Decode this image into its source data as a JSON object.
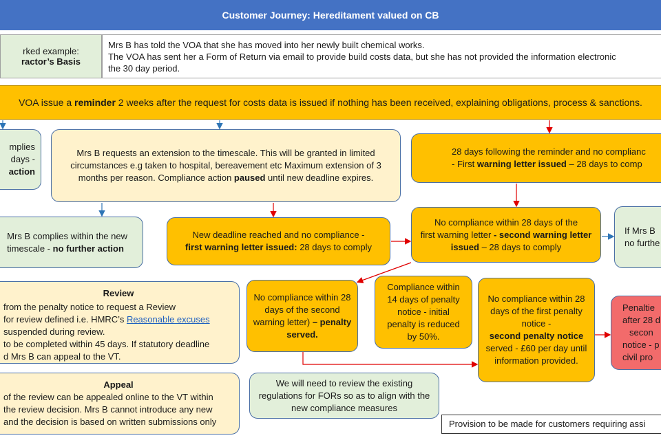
{
  "title": "Customer Journey: Hereditament valued on CB",
  "worked_example": {
    "label_line1": "rked example:",
    "label_line2": "ractor’s Basis",
    "text_line1": "Mrs B has told the VOA that she has moved into her newly built chemical works.",
    "text_line2": "The VOA has sent her a Form of Return via email to provide build costs data, but she has not provided the information electronic",
    "text_line3": "the 30 day period."
  },
  "reminder": {
    "pre": "VOA issue a ",
    "bold": "reminder",
    "post": " 2 weeks after the request for costs data is issued if nothing has been received, explaining obligations, process & sanctions."
  },
  "boxes": {
    "complies": {
      "l1": "mplies",
      "l2": "days -",
      "l3": "action"
    },
    "extension": {
      "text": "Mrs B requests an extension to the timescale. This will be granted in limited circumstances e.g taken to hospital, bereavement etc Maximum extension of 3 months per reason. Compliance action ",
      "bold": "paused",
      "post": " until new deadline expires."
    },
    "reminder28": {
      "l1": "28 days following the reminder and no complianc",
      "pre": "- First ",
      "bold": "warning letter issued",
      "post": " – 28 days to comp"
    },
    "new_timescale": {
      "l1": "Mrs B complies within the new",
      "pre": "timescale - ",
      "bold": "no further action"
    },
    "new_deadline": {
      "l1": "New deadline reached and no compliance -",
      "bold": "first warning letter issued:",
      "post": " 28 days to comply"
    },
    "second_warning": {
      "l1": "No compliance within 28 days of the",
      "pre": "first warning letter ",
      "bold": "- second warning letter issued",
      "post": " – 28 days to comply"
    },
    "if_mrs_b": {
      "l1": "If Mrs B",
      "l2": "no furthe"
    },
    "review": {
      "heading": "Review",
      "l1": "from the penalty notice to request a Review",
      "l2_pre": "for review defined i.e. HMRC’s ",
      "l2_link": "Reasonable excuses",
      "l3": "suspended during review.",
      "l4": "to be completed within 45 days. If statutory  deadline",
      "l5": "d Mrs B can appeal to the VT."
    },
    "penalty_served": {
      "text": "No compliance within 28 days of the second warning letter)",
      "bold": " – penalty served."
    },
    "compliance14": {
      "text": "Compliance within 14 days of penalty notice - initial penalty is reduced by 50%."
    },
    "second_penalty": {
      "l1": "No compliance within 28 days of the first penalty notice -",
      "bold": "second penalty notice",
      "post": " served - £60 per day until information provided."
    },
    "penalties": {
      "l1": "Penaltie",
      "l2": "after 28 d",
      "l3": "secon",
      "l4": "notice - p",
      "l5": "civil pro"
    },
    "appeal": {
      "heading": "Appeal",
      "l1": "of the review can be appealed online to the VT within",
      "l2": "the review decision. Mrs B cannot introduce any new",
      "l3": "and the decision is based on written submissions only"
    },
    "regulations": {
      "text": "We will need to review the existing regulations for FORs so as to align with the new compliance measures"
    },
    "provision": {
      "text": "Provision to be made for customers requiring assi"
    }
  },
  "colors": {
    "title_bar": "#4472c4",
    "orange": "#ffc000",
    "green": "#e2efda",
    "cream": "#fff2cc",
    "red_box": "#f26b6b",
    "arrow_red": "#e00000",
    "arrow_blue": "#2e75b6"
  }
}
